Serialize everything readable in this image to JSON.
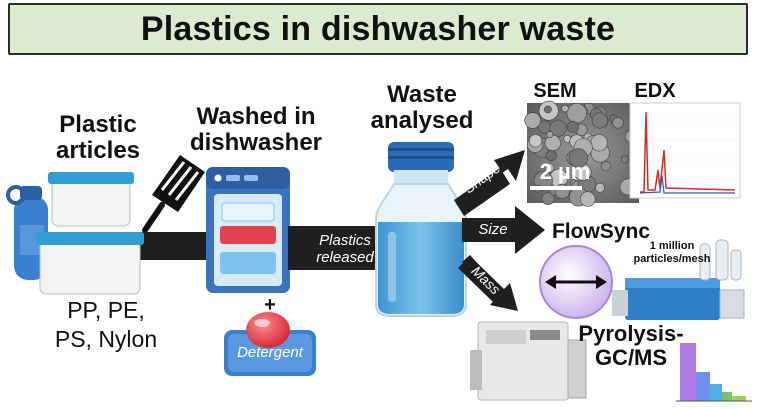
{
  "title": "Plastics in dishwasher waste",
  "stages": {
    "plastic": {
      "line1": "Plastic",
      "line2": "articles"
    },
    "washed": {
      "line1": "Washed in",
      "line2": "dishwasher"
    },
    "waste": {
      "line1": "Waste",
      "line2": "analysed"
    }
  },
  "polymers": {
    "line1": "PP, PE,",
    "line2": "PS, Nylon"
  },
  "plus_sign": "+",
  "detergent": "Detergent",
  "released": {
    "line1": "Plastics",
    "line2": "released"
  },
  "branches": {
    "shape": "Shape",
    "size": "Size",
    "mass": "Mass"
  },
  "sem": {
    "label": "SEM",
    "scale": "2 µm"
  },
  "edx": {
    "label": "EDX"
  },
  "flowsync": {
    "label": "FlowSync",
    "note_line1": "1 million",
    "note_line2": "particles/mesh"
  },
  "pyrolysis": {
    "line1": "Pyrolysis-",
    "line2": "GC/MS"
  },
  "colors": {
    "title_bg": "#dcebcf",
    "arrow": "#1f1f1f",
    "blue_bottle": "#4fa6dc",
    "container_lid": "#2f9fd6",
    "dishwasher": "#3a73c2",
    "detergent_red": "#e2434e"
  }
}
